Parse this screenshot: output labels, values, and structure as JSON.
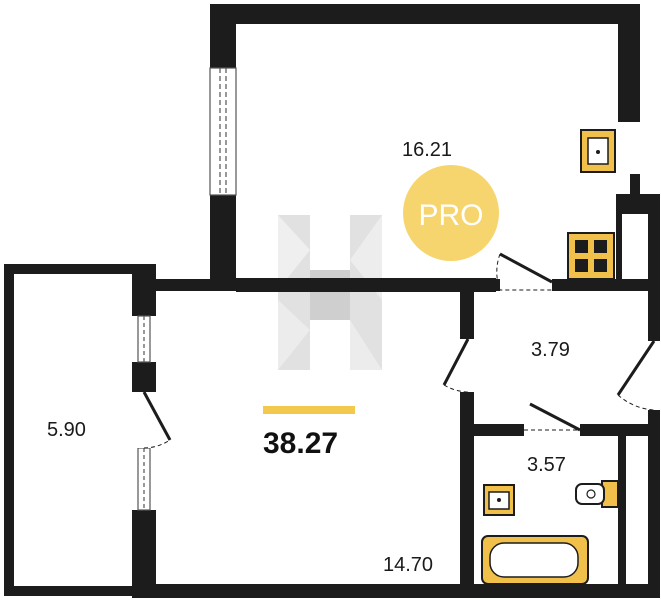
{
  "floorplan": {
    "total_area": "38.27",
    "badge_text": "PRO",
    "rooms": [
      {
        "id": "kitchen",
        "area": "16.21"
      },
      {
        "id": "living",
        "area": "14.70"
      },
      {
        "id": "balcony",
        "area": "5.90"
      },
      {
        "id": "hall",
        "area": "3.79"
      },
      {
        "id": "bathroom",
        "area": "3.57"
      }
    ]
  },
  "colors": {
    "wall": "#1c1c1c",
    "fixture": "#f0c04a",
    "accent": "#f2c94c",
    "badge": "#f7d56e",
    "watermark": "#b9b9b9"
  },
  "icons": [
    "sink-icon",
    "stove-icon",
    "toilet-icon",
    "bathtub-icon",
    "door-icon",
    "window-icon",
    "watermark-logo"
  ]
}
